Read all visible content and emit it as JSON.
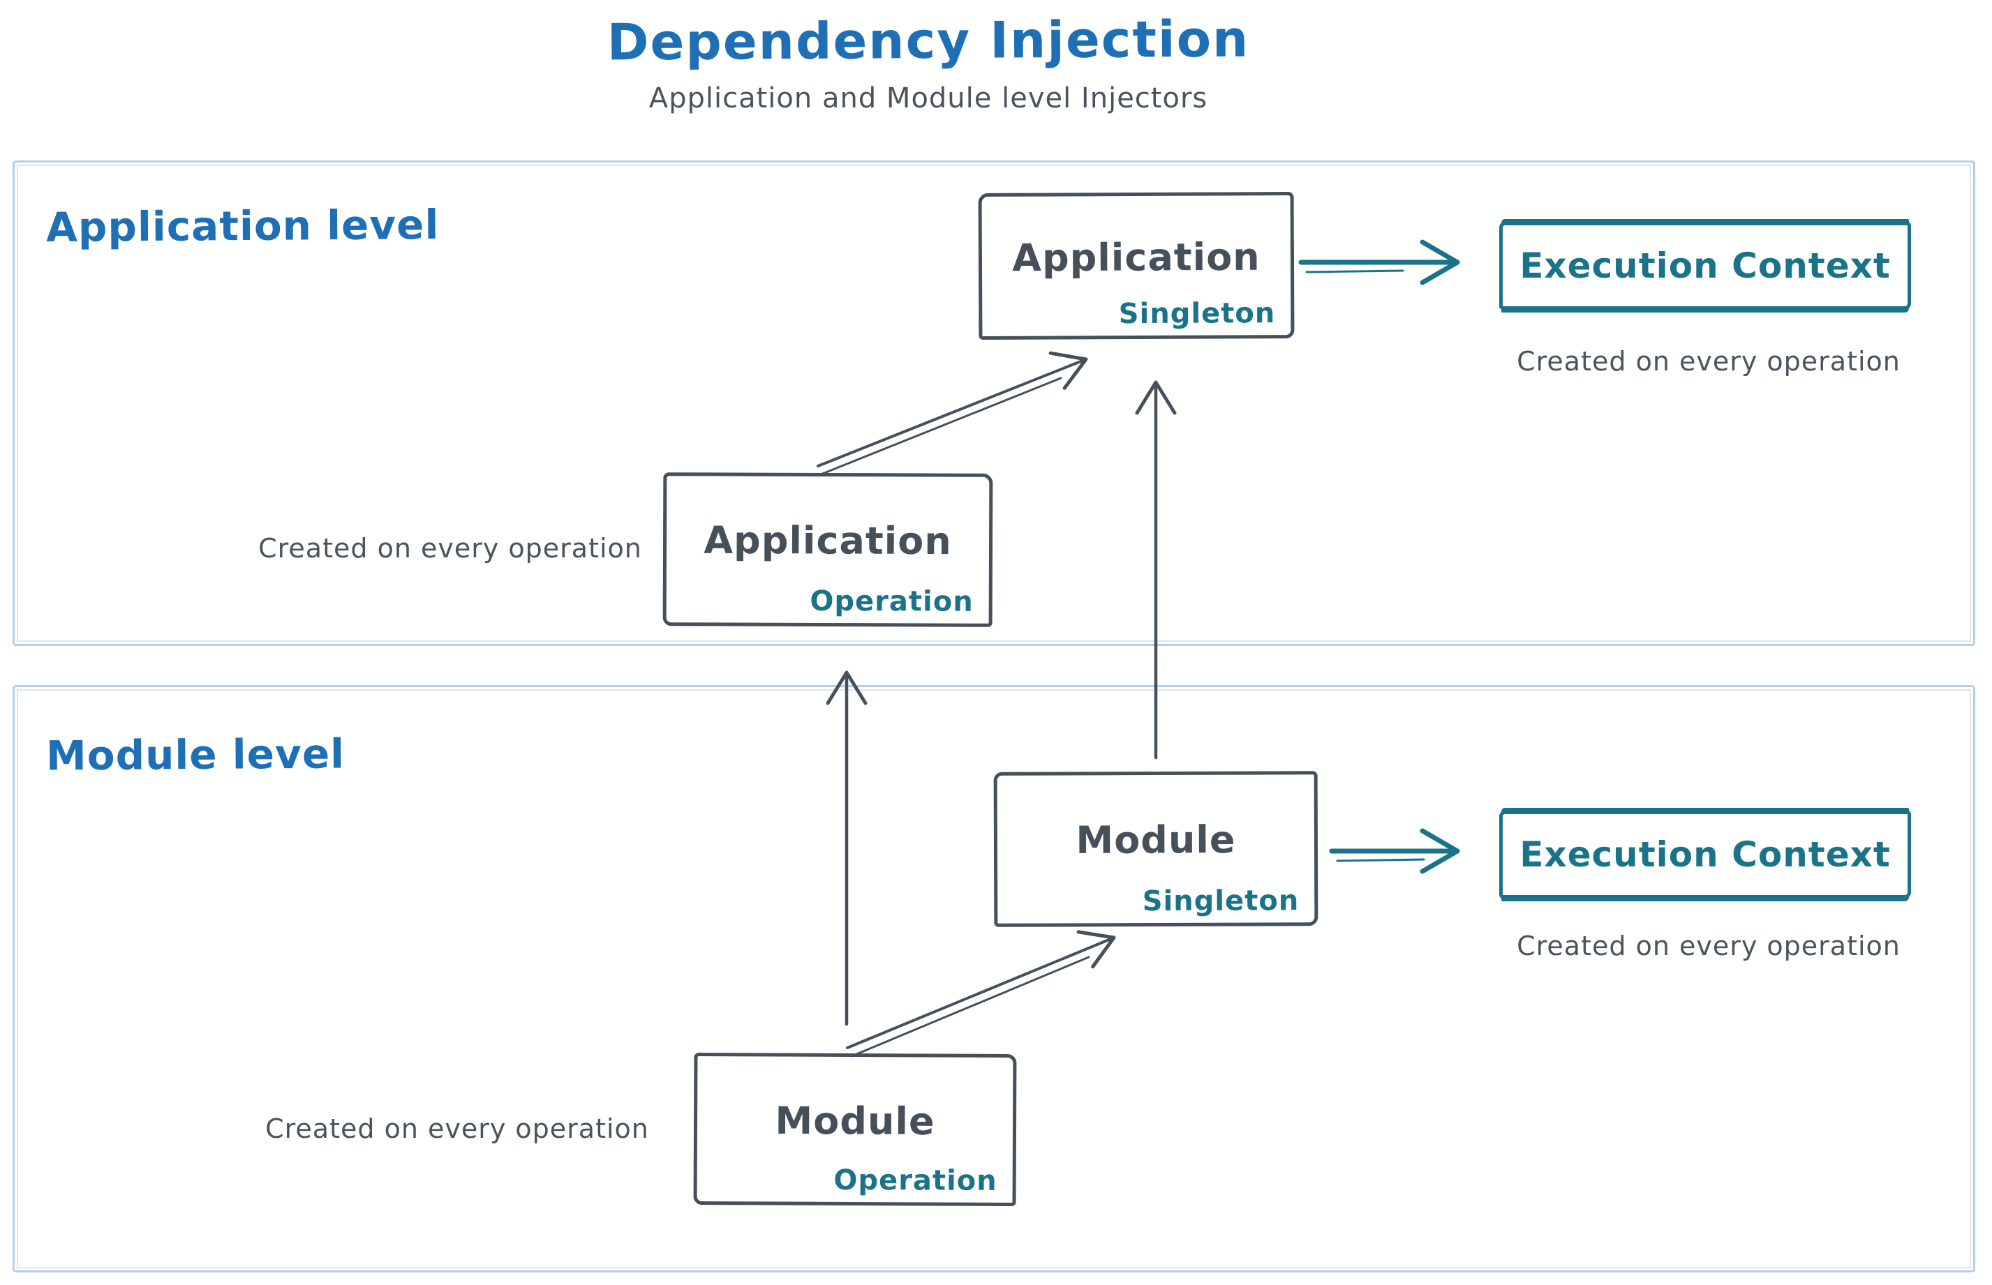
{
  "header": {
    "title": "Dependency Injection",
    "subtitle": "Application and Module level Injectors"
  },
  "sections": {
    "application": {
      "label": "Application level"
    },
    "module": {
      "label": "Module level"
    }
  },
  "nodes": {
    "application_singleton": {
      "title": "Application",
      "scope": "Singleton"
    },
    "application_operation": {
      "title": "Application",
      "scope": "Operation"
    },
    "module_singleton": {
      "title": "Module",
      "scope": "Singleton"
    },
    "module_operation": {
      "title": "Module",
      "scope": "Operation"
    },
    "execution_context_application": {
      "title": "Execution Context"
    },
    "execution_context_module": {
      "title": "Execution Context"
    }
  },
  "annotations": {
    "application_operation_note": "Created on every operation",
    "application_execution_note": "Created on every operation",
    "module_operation_note": "Created on every operation",
    "module_execution_note": "Created on every operation"
  },
  "colors": {
    "blue": "#1e6fb5",
    "teal": "#1a7389",
    "dark": "#45505b",
    "section_border": "#b7cee8",
    "background": "#ffffff"
  }
}
